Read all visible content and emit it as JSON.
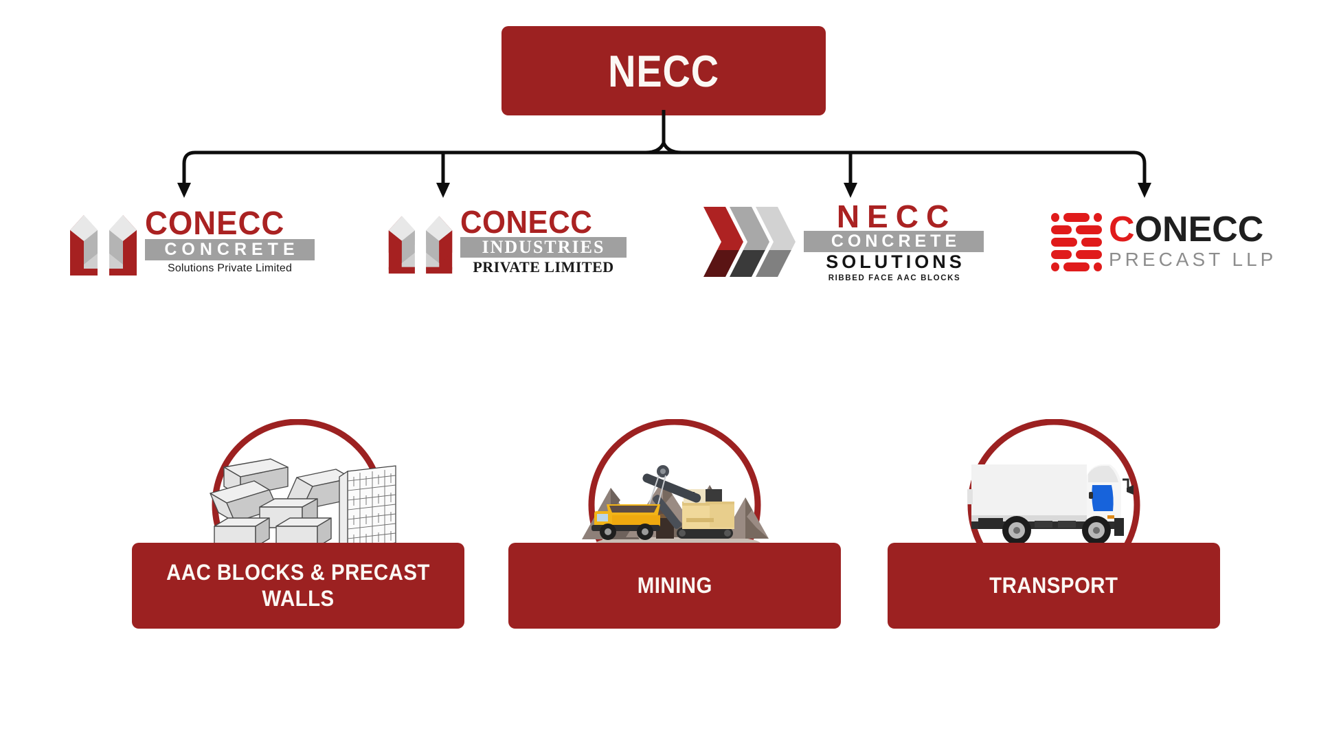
{
  "theme": {
    "brand_red": "#9C2121",
    "logo_red": "#AA2222",
    "bright_red": "#E01B1B",
    "gray_band": "#A0A0A0",
    "text_cream": "#FBF8F4",
    "background": "#FFFFFF"
  },
  "root": {
    "title": "NECC"
  },
  "subsidiaries": [
    {
      "id": "conecc-concrete",
      "mark": "twin-building-mark-icon",
      "line1": "CONECC",
      "line2": "CONCRETE",
      "line3": "Solutions Private Limited"
    },
    {
      "id": "conecc-industries",
      "mark": "twin-building-mark-icon",
      "line1": "CONECC",
      "line2": "INDUSTRIES",
      "line3": "PRIVATE LIMITED"
    },
    {
      "id": "necc-concrete-solutions",
      "mark": "chevron-stack-mark-icon",
      "line1": "NECC",
      "line2": "CONCRETE",
      "line3": "SOLUTIONS",
      "line4": "RIBBED FACE AAC BLOCKS"
    },
    {
      "id": "conecc-precast-llp",
      "mark": "brick-pattern-mark-icon",
      "line1_accent": "C",
      "line1_rest": "ONECC",
      "line2": "PRECAST LLP"
    }
  ],
  "business_units": [
    {
      "id": "aac-blocks-precast-walls",
      "label": "AAC BLOCKS & PRECAST WALLS",
      "art": "blocks-and-brick-wall-illustration"
    },
    {
      "id": "mining",
      "label": "MINING",
      "art": "mining-site-illustration"
    },
    {
      "id": "transport",
      "label": "TRANSPORT",
      "art": "box-truck-illustration"
    }
  ]
}
